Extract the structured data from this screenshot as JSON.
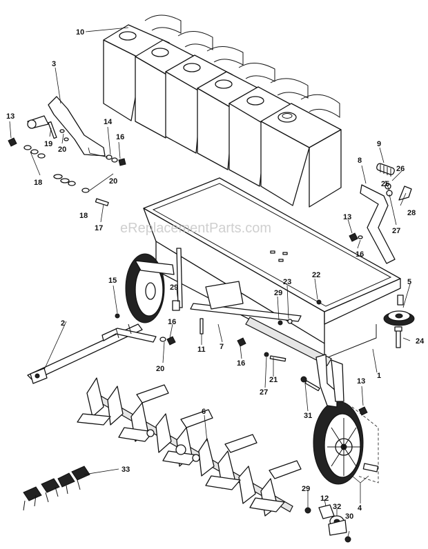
{
  "watermark": "eReplacementParts.com",
  "callouts": {
    "c1": "1",
    "c2": "2",
    "c3": "3",
    "c4": "4",
    "c5": "5",
    "c6": "6",
    "c7": "7",
    "c8": "8",
    "c9": "9",
    "c10": "10",
    "c11": "11",
    "c12": "12",
    "c13a": "13",
    "c13b": "13",
    "c13c": "13",
    "c14": "14",
    "c15": "15",
    "c16a": "16",
    "c16b": "16",
    "c16c": "16",
    "c16d": "16",
    "c17": "17",
    "c18a": "18",
    "c18b": "18",
    "c19": "19",
    "c20a": "20",
    "c20b": "20",
    "c20c": "20",
    "c21": "21",
    "c22": "22",
    "c23": "23",
    "c24": "24",
    "c25": "25",
    "c26": "26",
    "c27a": "27",
    "c27b": "27",
    "c28": "28",
    "c29a": "29",
    "c29b": "29",
    "c29c": "29",
    "c30": "30",
    "c31": "31",
    "c32": "32",
    "c33": "33"
  }
}
